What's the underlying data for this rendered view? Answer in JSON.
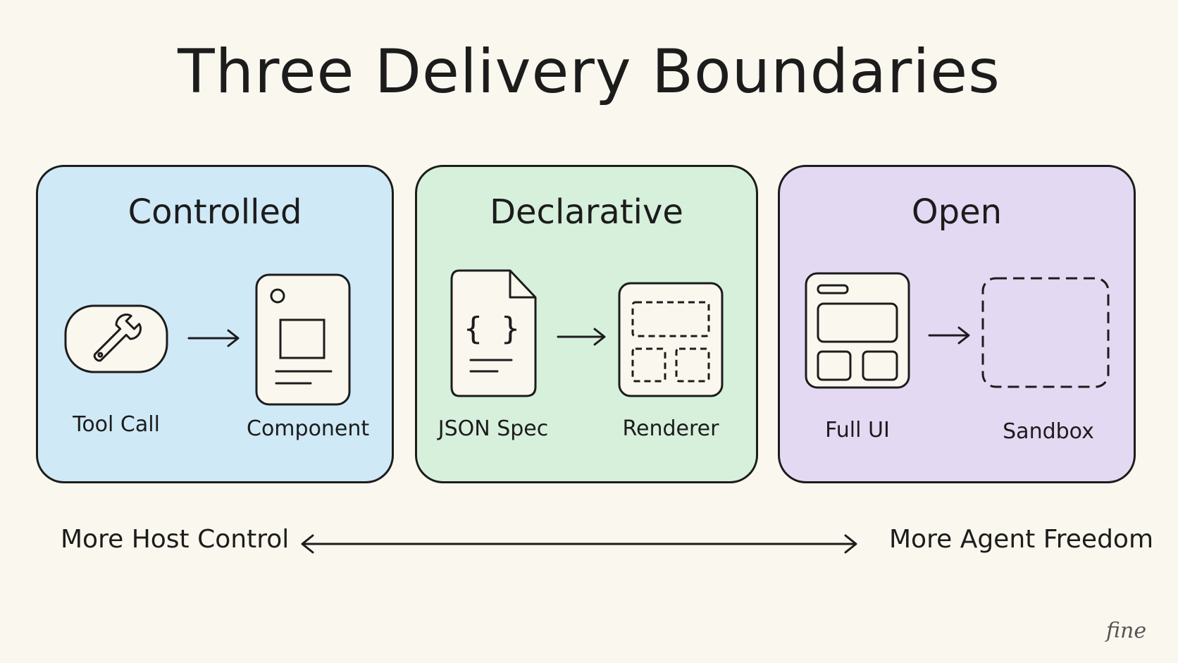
{
  "title": "Three Delivery Boundaries",
  "panels": [
    {
      "title": "Controlled",
      "color": "#cfe9f7",
      "left_label": "Tool Call",
      "left_icon": "wrench-icon",
      "right_label": "Component",
      "right_icon": "component-card-icon"
    },
    {
      "title": "Declarative",
      "color": "#d7f0dc",
      "left_label": "JSON Spec",
      "left_icon": "json-file-icon",
      "right_label": "Renderer",
      "right_icon": "renderer-layout-icon"
    },
    {
      "title": "Open",
      "color": "#e4d9f3",
      "left_label": "Full UI",
      "left_icon": "full-ui-window-icon",
      "right_label": "Sandbox",
      "right_icon": "sandbox-dashed-box-icon"
    }
  ],
  "spectrum": {
    "left": "More Host Control",
    "right": "More Agent Freedom"
  },
  "signature": "fine"
}
